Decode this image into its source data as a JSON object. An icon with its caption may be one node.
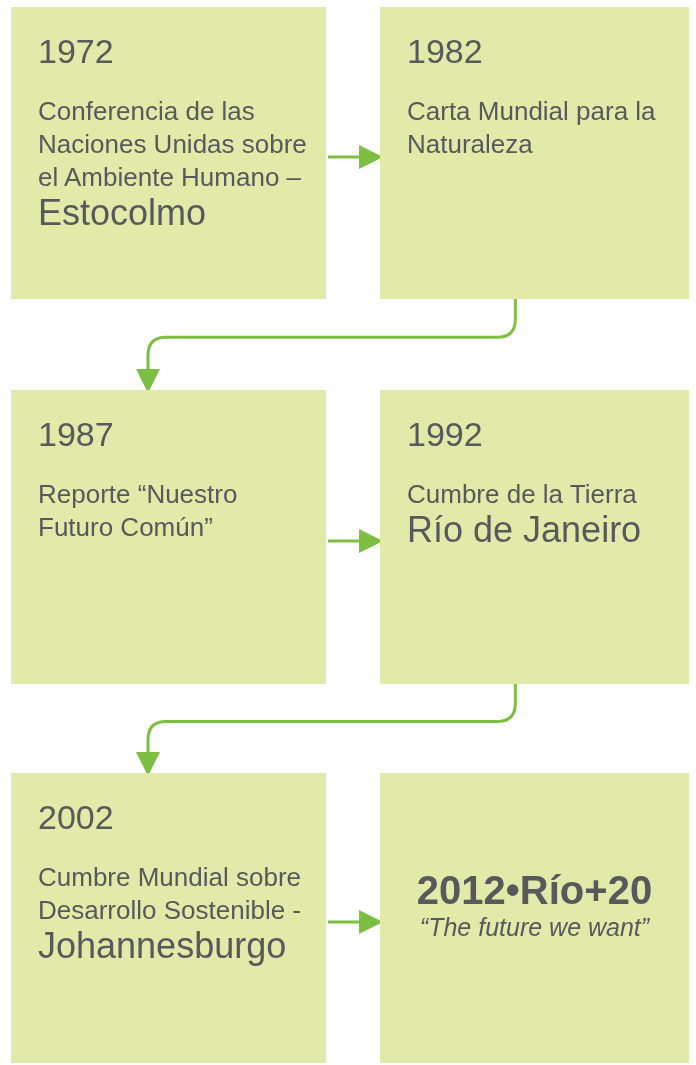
{
  "diagram": {
    "nodes": [
      {
        "text": [
          "1972",
          "Conferencia de las Naciones Unidas sobre el Ambiente Humano –",
          "Estocolmo"
        ]
      },
      {
        "text": [
          "1982",
          "Carta Mundial para la Naturaleza"
        ]
      },
      {
        "text": [
          "1987",
          "Reporte “Nuestro Futuro Común”"
        ]
      },
      {
        "text": [
          "1992",
          "Cumbre de la Tierra",
          "Río de Janeiro"
        ]
      },
      {
        "text": [
          "2002",
          "Cumbre Mundial sobre Desarrollo Sostenible -",
          "Johannesburgo"
        ]
      },
      {
        "text": [
          "2012•Río+20",
          "“The future we want”"
        ]
      }
    ],
    "edges": [
      {
        "from": 0,
        "to": 1,
        "arrow": "to"
      },
      {
        "from": 1,
        "to": 2,
        "arrow": "to"
      },
      {
        "from": 2,
        "to": 3,
        "arrow": "to"
      },
      {
        "from": 3,
        "to": 4,
        "arrow": "to"
      },
      {
        "from": 4,
        "to": 5,
        "arrow": "to"
      }
    ]
  }
}
